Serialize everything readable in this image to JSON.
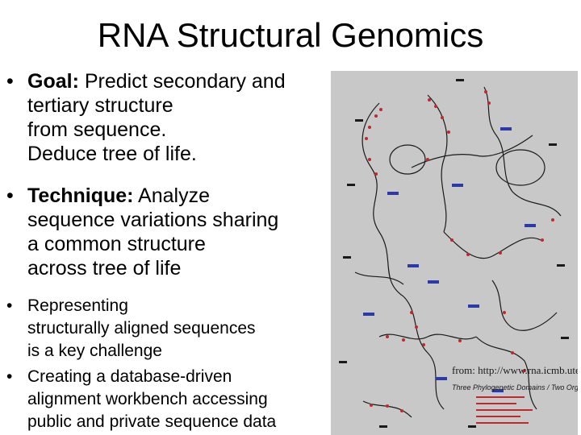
{
  "slide": {
    "title": "RNA Structural Genomics",
    "bullets": [
      {
        "lead": "Goal:",
        "text": " Predict secondary and\ntertiary structure\nfrom sequence.\nDeduce tree of life."
      },
      {
        "lead": "Technique:",
        "text": " Analyze\nsequence variations sharing\na common structure\nacross tree of life"
      },
      {
        "lead": "",
        "text": "Representing\nstructurally aligned sequences\nis a key challenge"
      },
      {
        "lead": "",
        "text": "Creating a database-driven\nalignment workbench accessing\npublic and private sequence data"
      }
    ],
    "bullet_glyph": "•",
    "figure": {
      "credit": "from: http://www.rna.icmb.utexas.edu",
      "caption": "Three Phylogenetic Domains / Two Organelles",
      "colors": {
        "background": "#c8c8c8",
        "red": "#c0282d",
        "blue": "#2a3aa8",
        "black": "#1a1a1a"
      }
    }
  }
}
